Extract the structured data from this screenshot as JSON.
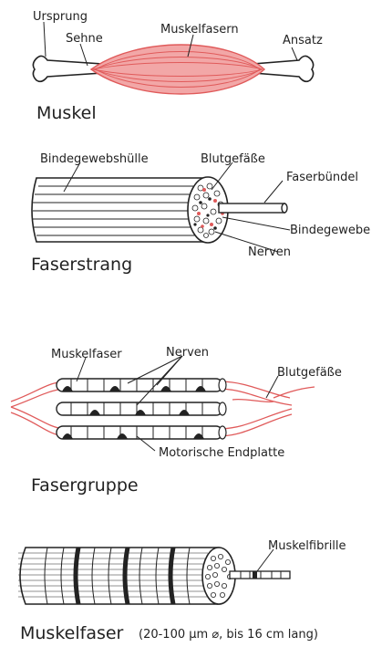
{
  "panels": {
    "muskel": {
      "title": "Muskel",
      "labels": {
        "ursprung": "Ursprung",
        "sehne": "Sehne",
        "muskelfasern": "Muskelfasern",
        "ansatz": "Ansatz"
      }
    },
    "faserstrang": {
      "title": "Faserstrang",
      "labels": {
        "bindegewebshuelle": "Bindegewebshülle",
        "blutgefaesse": "Blutgefäße",
        "faserbuendel": "Faserbündel",
        "bindegewebe": "Bindegewebe",
        "nerven": "Nerven"
      }
    },
    "fasergruppe": {
      "title": "Fasergruppe",
      "labels": {
        "muskelfaser": "Muskelfaser",
        "nerven": "Nerven",
        "blutgefaesse": "Blutgefäße",
        "endplatte": "Motorische Endplatte"
      }
    },
    "muskelfaser": {
      "title": "Muskelfaser",
      "subtitle": "(20-100 µm ⌀, bis 16 cm lang)",
      "labels": {
        "muskelfibrille": "Muskelfibrille"
      }
    }
  },
  "colors": {
    "ink": "#222222",
    "red": "#e05a5a",
    "redLight": "#f2a7a7"
  }
}
